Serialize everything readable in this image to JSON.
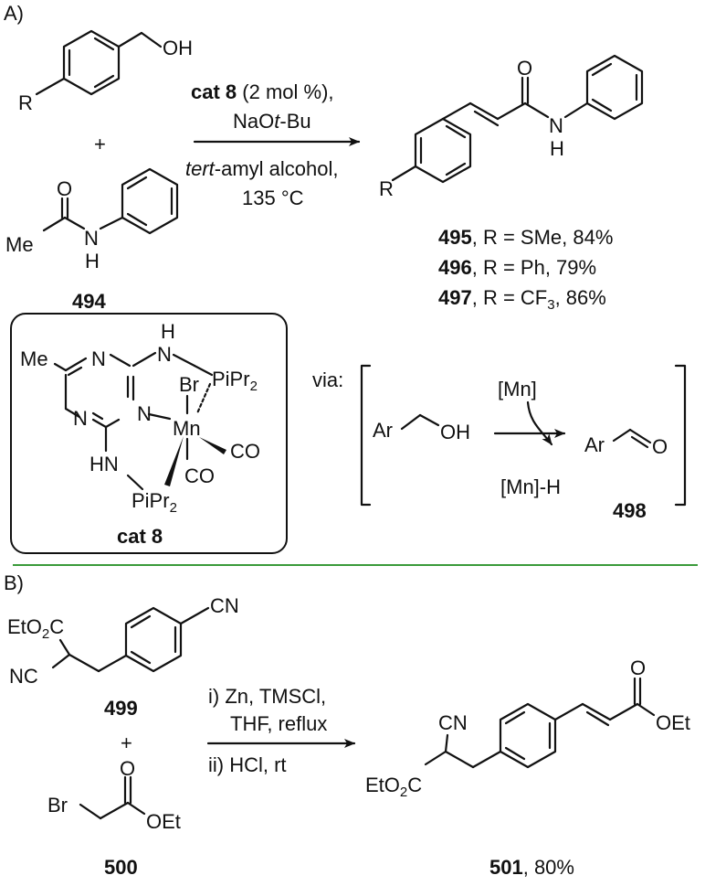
{
  "partA": {
    "label": "A)",
    "reactant1": {
      "oh": "OH",
      "r": "R"
    },
    "plus": "+",
    "reactant2": {
      "o": "O",
      "me": "Me",
      "n": "N",
      "h": "H",
      "id": "494"
    },
    "conditions": {
      "cat_bold": "cat 8",
      "cat_rest": " (2 mol %),",
      "base_pre": "NaO",
      "base_ital": "t",
      "base_post": "-Bu",
      "solvent_ital": "tert",
      "solvent_rest": "-amyl alcohol,",
      "temp": "135 °C"
    },
    "product": {
      "o": "O",
      "n": "N",
      "h": "H",
      "r": "R",
      "entries": [
        {
          "id": "495",
          "text": ", R = SMe, 84%"
        },
        {
          "id": "496",
          "text": ", R = Ph, 79%"
        },
        {
          "id": "497",
          "text_pre": ", R = CF",
          "sub": "3",
          "text_post": ", 86%"
        }
      ]
    },
    "catalyst": {
      "me": "Me",
      "n1": "N",
      "n2": "N",
      "n3": "N",
      "h_top": "H",
      "n_top": "N",
      "pipr2_top": "PiPr",
      "sub2": "2",
      "br": "Br",
      "mn": "Mn",
      "co1": "CO",
      "co2": "CO",
      "hn": "HN",
      "pipr2_bot": "PiPr",
      "label": "cat 8"
    },
    "via": {
      "label": "via:",
      "ar1": "Ar",
      "oh": "OH",
      "mn": "[Mn]",
      "mnh": "[Mn]-H",
      "ar2": "Ar",
      "o": "O",
      "id": "498"
    }
  },
  "partB": {
    "label": "B)",
    "reactant1": {
      "etO2c": "EtO",
      "sub2": "2",
      "c": "C",
      "nc": "NC",
      "cn": "CN",
      "id": "499"
    },
    "plus": "+",
    "reactant2": {
      "br": "Br",
      "o": "O",
      "oet": "OEt",
      "id": "500"
    },
    "conditions": {
      "line1": "i) Zn, TMSCl,",
      "line2": "THF, reflux",
      "line3": "ii) HCl, rt"
    },
    "product": {
      "cn": "CN",
      "etO2c": "EtO",
      "sub2": "2",
      "c": "C",
      "o": "O",
      "oet": "OEt",
      "id": "501",
      "yield": ", 80%"
    }
  }
}
